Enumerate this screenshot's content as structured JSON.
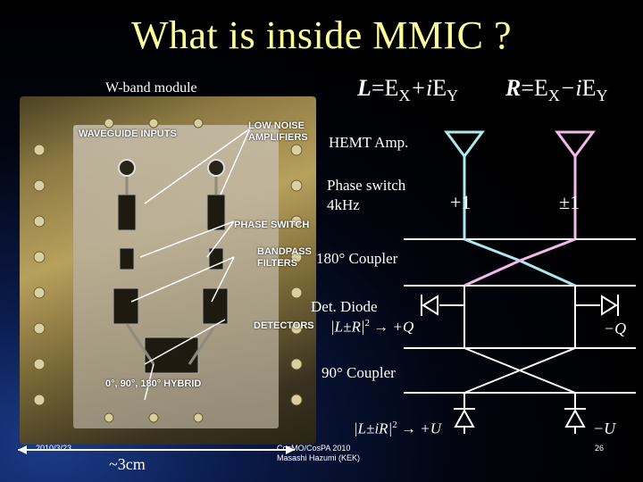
{
  "title": "What is inside MMIC ?",
  "module_label": "W-band module",
  "photo_labels": {
    "waveguide_inputs": "WAVEGUIDE INPUTS",
    "low_noise_amplifiers_1": "LOW NOISE",
    "low_noise_amplifiers_2": "AMPLIFIERS",
    "phase_switch": "PHASE SWITCH",
    "bandpass_filters_1": "BANDPASS",
    "bandpass_filters_2": "FILTERS",
    "detectors": "DETECTORS",
    "hybrid": "0°, 90°, 180° HYBRID"
  },
  "equations": {
    "L": "L",
    "L_rhs_1": "=E",
    "L_sub_1": "X",
    "L_op": "+i",
    "L_rhs_2": "E",
    "L_sub_2": "Y",
    "R": "R",
    "R_rhs_1": "=E",
    "R_sub_1": "X",
    "R_op": "−i",
    "R_rhs_2": "E",
    "R_sub_2": "Y"
  },
  "diagram": {
    "hemt_amp": "HEMT Amp.",
    "phase_switch_line1": "Phase switch",
    "phase_switch_line2": "4kHz",
    "plus_one": "+1",
    "pm_one": "±1",
    "coupler_180": "180° Coupler",
    "det_diode": "Det. Diode",
    "q_expr_pre": "|L±R|",
    "q_expr_exp": "2",
    "q_expr_arrow": " → +Q",
    "minus_q": "−Q",
    "coupler_90": "90° Coupler",
    "u_expr_pre": "|L±iR|",
    "u_expr_exp": "2",
    "u_expr_arrow": " → +U",
    "minus_u": "−U"
  },
  "footer": {
    "date": "2010/3/23",
    "scale": "~3cm",
    "conference": "CosMO/CosPA 2010",
    "author": "Masashi Hazumi (KEK)",
    "page": "26"
  },
  "colors": {
    "title": "#ffff99",
    "cyan_path": "#aee8ee",
    "pink_path": "#f5b8ee",
    "white_path": "#ffffff"
  }
}
